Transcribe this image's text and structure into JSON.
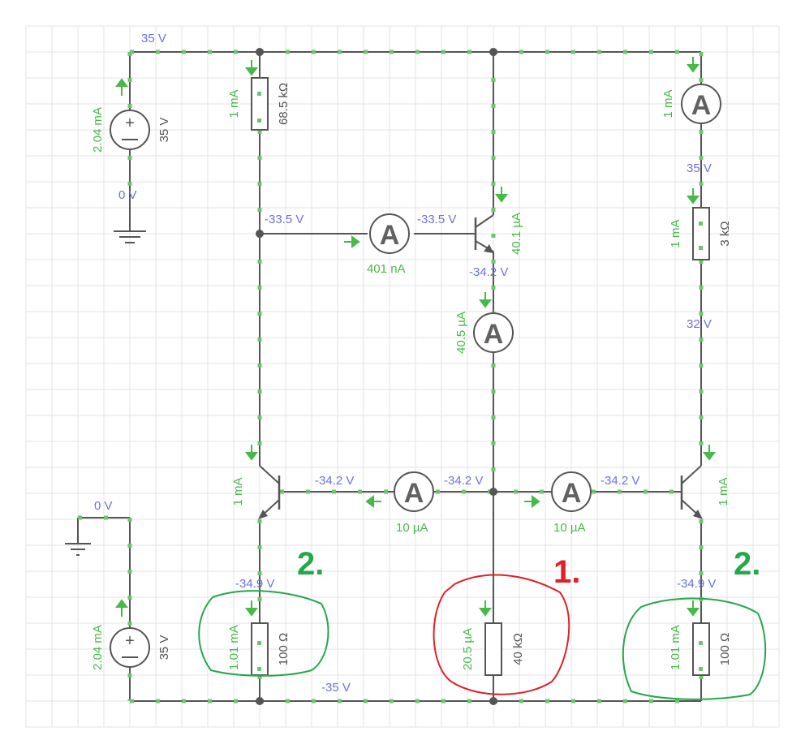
{
  "colors": {
    "wire": "#555555",
    "voltage_label": "#6f6fe8",
    "current_label": "#47b947",
    "current_dots": "#6cc56c",
    "grid": "#e3e3e3",
    "annotation_red": "#e0202a",
    "annotation_green": "#25a84a"
  },
  "voltages": {
    "top_rail": "35 V",
    "ground_top": "0 V",
    "base_node": "-33.5 V",
    "transistor_base": "-33.5 V",
    "emitter_top": "-34.2 V",
    "right_mid_35": "35 V",
    "right_mid_32": "32 V",
    "left_base": "-34.2 V",
    "center_left": "-34.2 V",
    "center_right": "-34.2 V",
    "right_base": "-34.2 V",
    "ground_bottom": "0 V",
    "left_emitter": "-34.9 V",
    "right_emitter": "-34.9 V",
    "bottom_rail": "-35 V"
  },
  "currents": {
    "src_top": "2.04 mA",
    "r_top": "1 mA",
    "ammeter_right_top": "1 mA",
    "r_right": "1 mA",
    "ammeter_base": "401 nA",
    "transistor_top": "40.1 µA",
    "ammeter_center": "40.5 µA",
    "left_transistor": "1 mA",
    "right_transistor": "1 mA",
    "ammeter_left": "10 µA",
    "ammeter_right": "10 µA",
    "src_bottom": "2.04 mA",
    "r_left_bottom": "1.01 mA",
    "r_center_bottom": "20.5 µA",
    "r_right_bottom": "1.01 mA"
  },
  "components": {
    "src_top_value": "35 V",
    "src_bottom_value": "35 V",
    "r_top_value": "68.5 kΩ",
    "r_right_value": "3 kΩ",
    "r_left_bottom_value": "100 Ω",
    "r_center_bottom_value": "40 kΩ",
    "r_right_bottom_value": "100 Ω",
    "ammeter_symbol": "A",
    "source_plus": "+",
    "source_minus": "−"
  },
  "annotations": {
    "one": "1.",
    "two_left": "2.",
    "two_right": "2."
  },
  "icons": [
    "ammeter-icon",
    "voltage-source-icon",
    "ground-icon",
    "resistor-icon",
    "npn-transistor-icon",
    "current-arrow-icon"
  ]
}
